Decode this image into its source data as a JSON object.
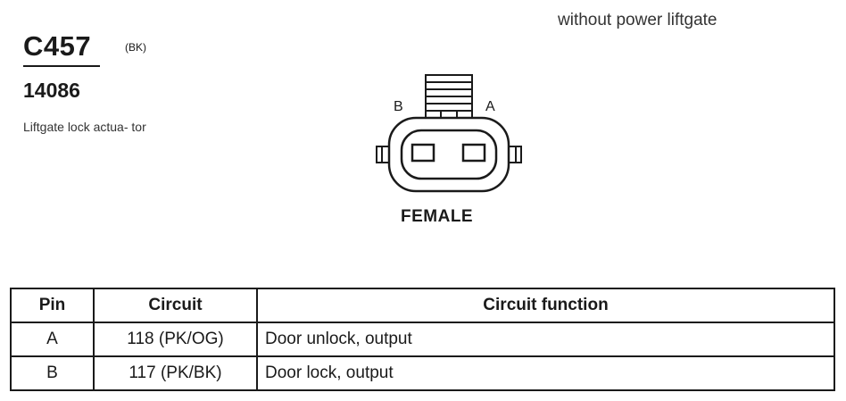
{
  "connector": {
    "id": "C457",
    "color_code": "(BK)",
    "part_number": "14086",
    "description": "Liftgate lock actua- tor",
    "variant_note": "without power liftgate"
  },
  "diagram": {
    "pin_labels": [
      "B",
      "A"
    ],
    "gender": "FEMALE"
  },
  "table": {
    "headers": [
      "Pin",
      "Circuit",
      "Circuit function"
    ],
    "rows": [
      {
        "pin": "A",
        "circuit": "118 (PK/OG)",
        "function": "Door unlock, output"
      },
      {
        "pin": "B",
        "circuit": "117 (PK/BK)",
        "function": "Door lock, output"
      }
    ]
  }
}
